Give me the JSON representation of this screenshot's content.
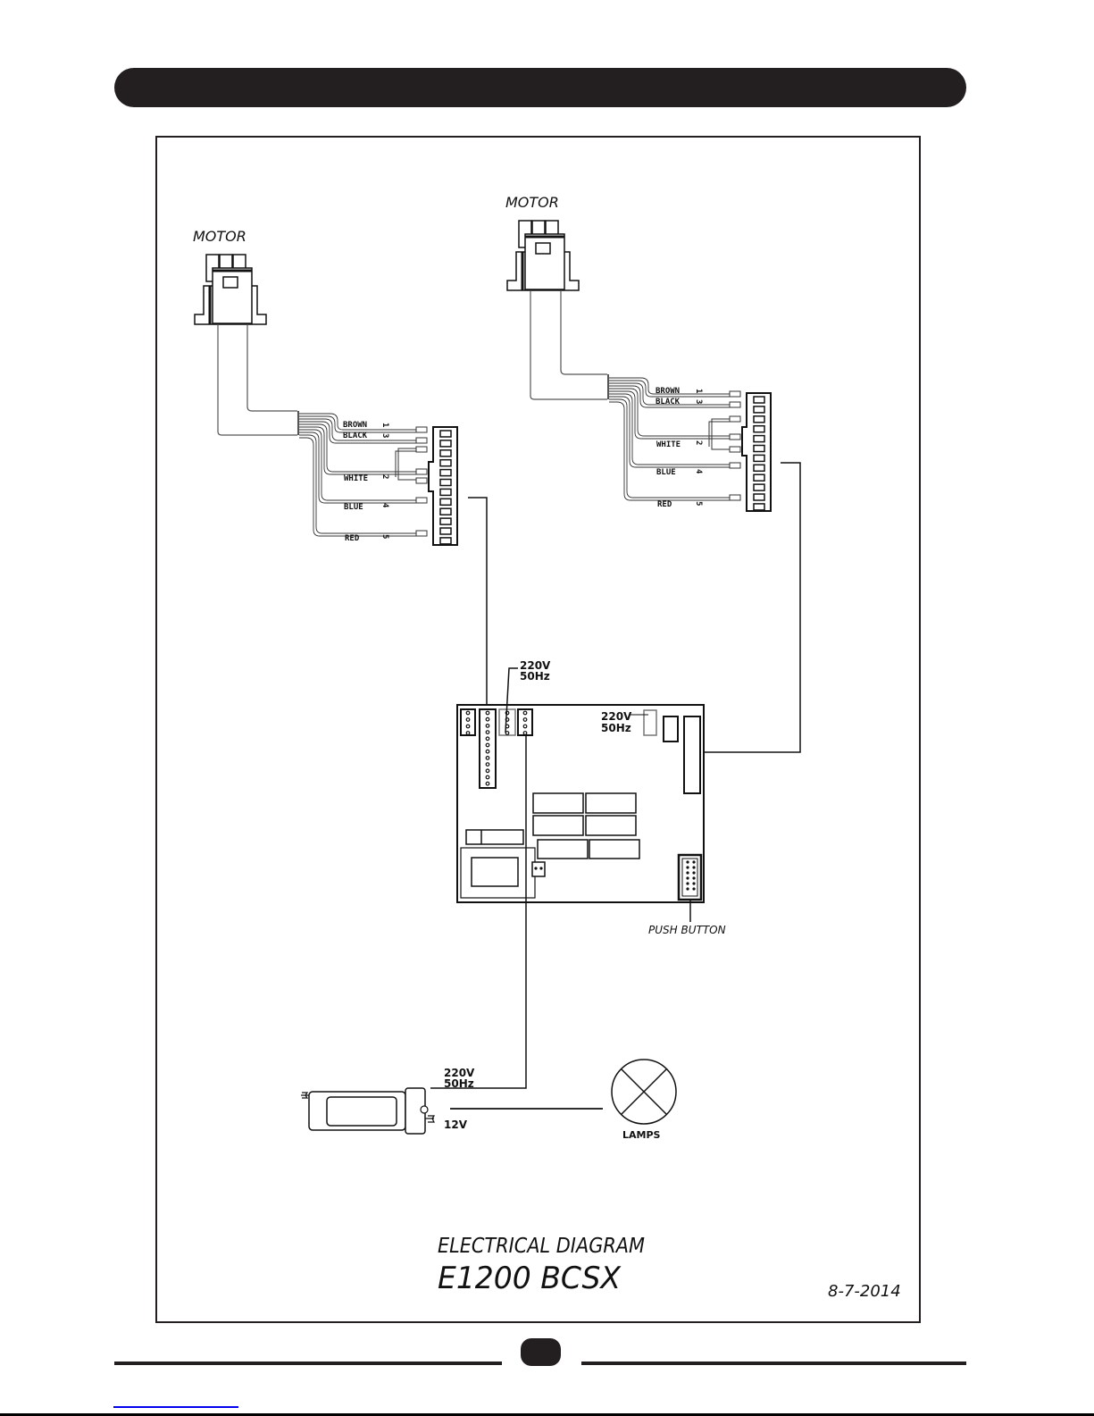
{
  "page": {
    "header_bar": "",
    "footer_page_badge": ""
  },
  "diagram": {
    "motors": [
      {
        "label": "MOTOR",
        "wires": [
          {
            "color": "BROWN",
            "pin": "1"
          },
          {
            "color": "BLACK",
            "pin": "3"
          },
          {
            "color": "WHITE",
            "pin": "2"
          },
          {
            "color": "BLUE",
            "pin": "4"
          },
          {
            "color": "RED",
            "pin": "5"
          }
        ]
      },
      {
        "label": "MOTOR",
        "wires": [
          {
            "color": "BROWN",
            "pin": "1"
          },
          {
            "color": "BLACK",
            "pin": "3"
          },
          {
            "color": "WHITE",
            "pin": "2"
          },
          {
            "color": "BLUE",
            "pin": "4"
          },
          {
            "color": "RED",
            "pin": "5"
          }
        ]
      }
    ],
    "control_board": {
      "supply_label_top_line1": "220V",
      "supply_label_top_line2": "50Hz",
      "supply_label_inner_line1": "220V",
      "supply_label_inner_line2": "50Hz",
      "push_button_label": "PUSH  BUTTON"
    },
    "transformer": {
      "input_line1": "220V",
      "input_line2": "50Hz",
      "output": "12V"
    },
    "lamps_label": "LAMPS",
    "title_line1": "ELECTRICAL  DIAGRAM",
    "title_line2": "E1200  BCSX",
    "date": "8-7-2014"
  }
}
